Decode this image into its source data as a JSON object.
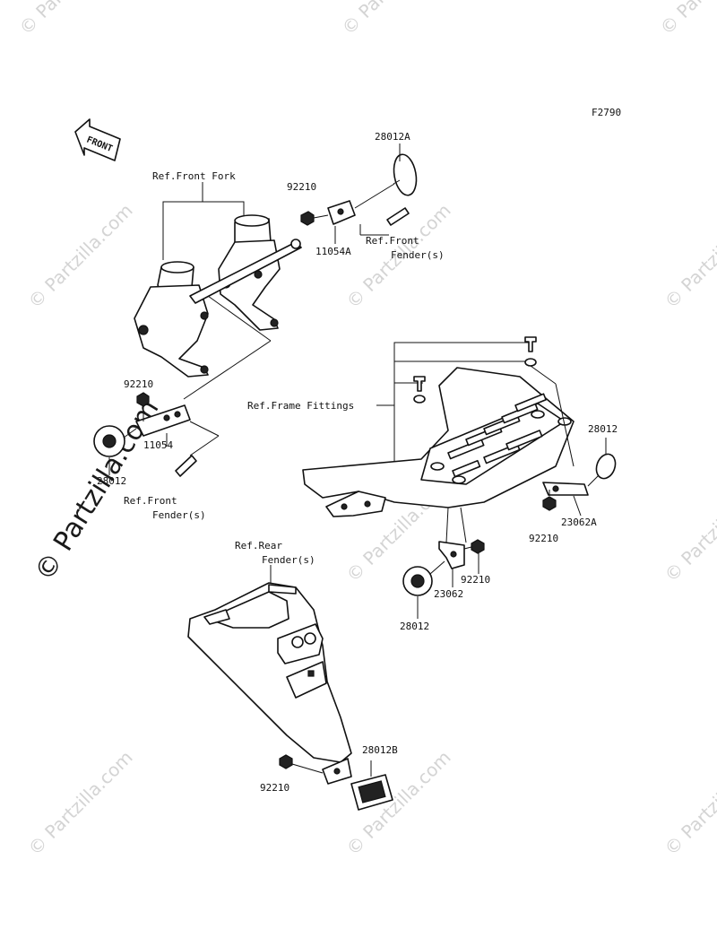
{
  "diagram_code": "F2790",
  "front_label": "FRONT",
  "watermark_main": "© Partzilla.com",
  "watermark_tile": "© Partzilla.com",
  "labels": {
    "p28012A": "28012A",
    "ref_front_fork": "Ref.Front Fork",
    "p92210_top": "92210",
    "p11054A": "11054A",
    "ref_front_fender_top_1": "Ref.Front",
    "ref_front_fender_top_2": "Fender(s)",
    "p92210_left": "92210",
    "ref_frame_fittings": "Ref.Frame Fittings",
    "p11054": "11054",
    "p28012_left": "28012",
    "ref_front_fender_left_1": "Ref.Front",
    "ref_front_fender_left_2": "Fender(s)",
    "p28012_right": "28012",
    "p23062A": "23062A",
    "p92210_right": "92210",
    "ref_rear_fender_1": "Ref.Rear",
    "ref_rear_fender_2": "Fender(s)",
    "p92210_mid": "92210",
    "p23062": "23062",
    "p28012_mid": "28012",
    "p28012B": "28012B",
    "p92210_bottom": "92210"
  }
}
